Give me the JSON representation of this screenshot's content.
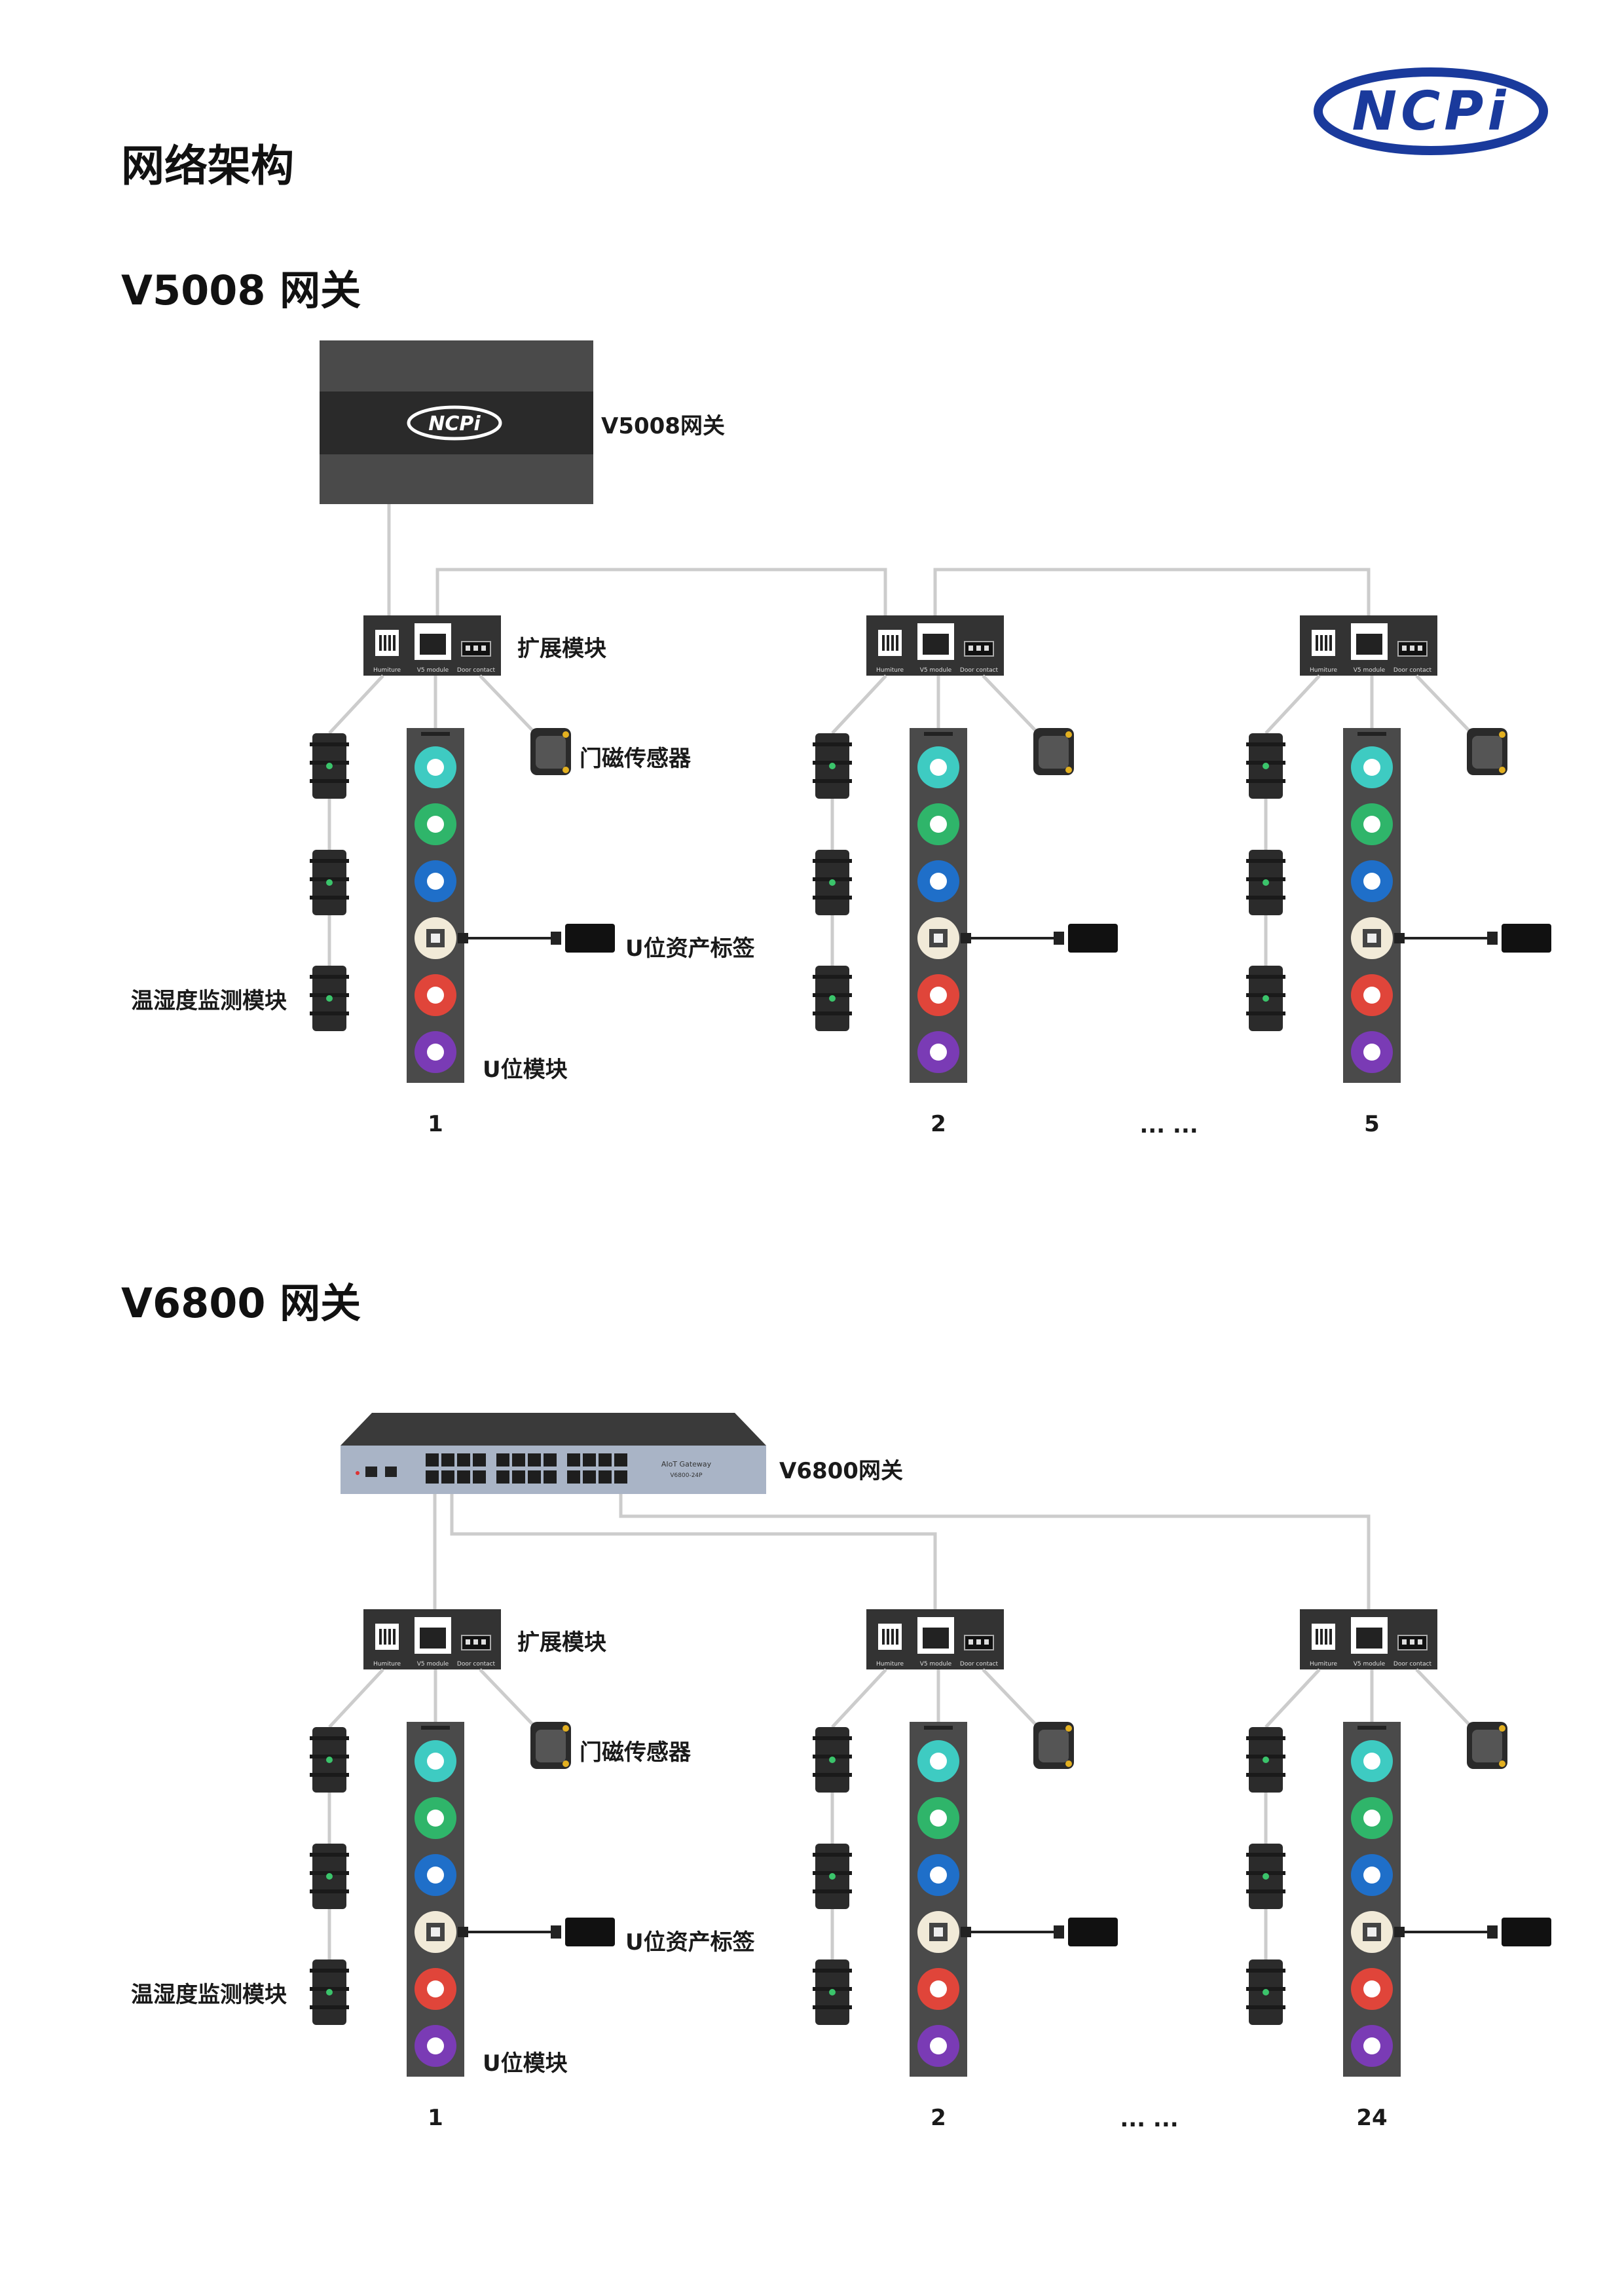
{
  "page_title": "网络架构",
  "logo": {
    "text": "NCPi",
    "color": "#1a3a9c"
  },
  "colors": {
    "uring": [
      "#3ecbc2",
      "#2fb56a",
      "#1f6fc9",
      "#f1ead8",
      "#e0453a",
      "#7a3bb5"
    ],
    "device_dark": "#2b2b2b",
    "line": "#cccccc"
  },
  "sections": [
    {
      "title": "V5008 网关",
      "gateway_label": "V5008网关",
      "gateway_logo": "NCPi",
      "labels": {
        "expansion": "扩展模块",
        "door": "门磁传感器",
        "tag": "U位资产标签",
        "temp": "温湿度监测模块",
        "umodule": "U位模块"
      },
      "port_labels": [
        "Humiture",
        "V5 module",
        "Door contact"
      ],
      "numbers": [
        "1",
        "2",
        "5"
      ],
      "ellipsis": "... ..."
    },
    {
      "title": "V6800 网关",
      "gateway_label": "V6800网关",
      "gateway_brand": "AIoT Gateway",
      "gateway_model": "V6800-24P",
      "labels": {
        "expansion": "扩展模块",
        "door": "门磁传感器",
        "tag": "U位资产标签",
        "temp": "温湿度监测模块",
        "umodule": "U位模块"
      },
      "port_labels": [
        "Humiture",
        "V5 module",
        "Door contact"
      ],
      "numbers": [
        "1",
        "2",
        "24"
      ],
      "ellipsis": "... ..."
    }
  ]
}
